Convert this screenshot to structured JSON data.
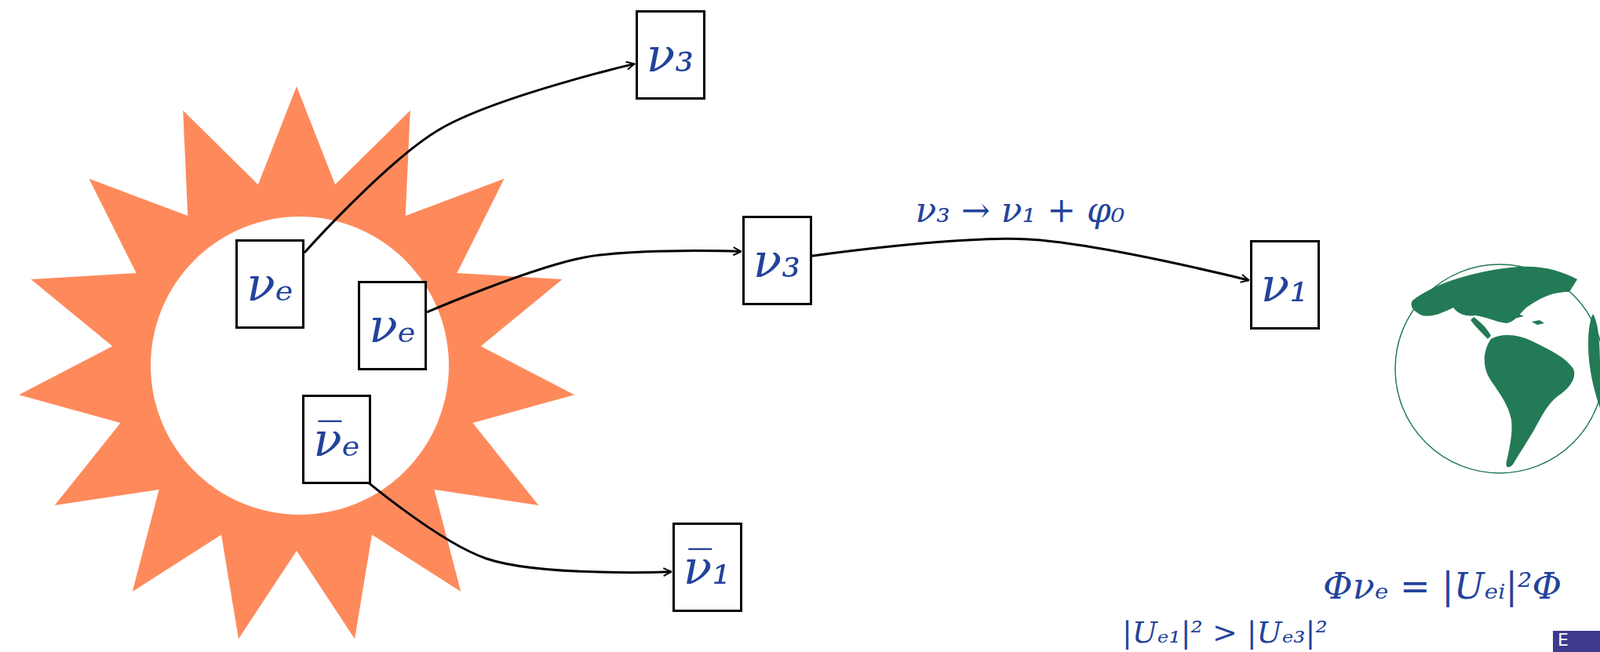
{
  "diagram": {
    "nodes": [
      {
        "text": [
          "νₑ"
        ]
      },
      {
        "text": [
          "νₑ"
        ]
      },
      {
        "text": [
          "ν̅ₑ"
        ]
      },
      {
        "text": [
          "ν₃"
        ]
      },
      {
        "text": [
          "ν₃"
        ]
      },
      {
        "text": [
          "ν₁"
        ]
      },
      {
        "text": [
          "ν̅₁"
        ]
      }
    ],
    "edges": [
      {
        "from": 0,
        "to": 3,
        "arrow": "to"
      },
      {
        "from": 1,
        "to": 4,
        "arrow": "to"
      },
      {
        "from": 4,
        "to": 5,
        "arrow": "to",
        "label": "ν₃ → ν₁ + φ₀"
      },
      {
        "from": 2,
        "to": 6,
        "arrow": "to"
      }
    ],
    "labels": [
      "Φνₑ = |Uₑᵢ|²Φ",
      "|Uₑ₁|² > |Uₑ₃|²",
      "E"
    ]
  }
}
